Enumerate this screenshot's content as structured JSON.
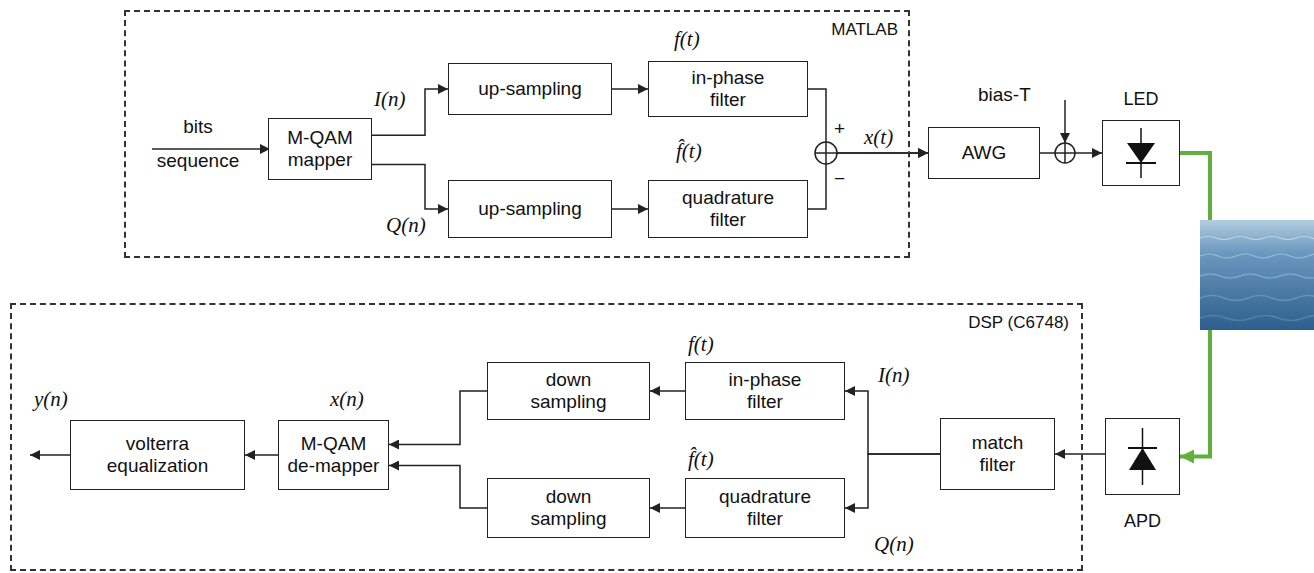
{
  "diagram": {
    "nodes": [
      {
        "text": [
          "MATLAB"
        ]
      },
      {
        "text": [
          "M-QAM mapper"
        ],
        "in": 0
      },
      {
        "text": [
          "up-sampling"
        ],
        "in": 0
      },
      {
        "text": [
          "in-phase filter"
        ],
        "in": 0
      },
      {
        "text": [
          "up-sampling"
        ],
        "in": 0
      },
      {
        "text": [
          "quadrature filter"
        ],
        "in": 0
      },
      {
        "text": [
          "AWG"
        ]
      },
      {
        "text": [
          "LED"
        ]
      },
      {
        "text": [
          "DSP (C6748)"
        ]
      },
      {
        "text": [
          "volterra equalization"
        ],
        "in": 8
      },
      {
        "text": [
          "M-QAM de-mapper"
        ],
        "in": 8
      },
      {
        "text": [
          "down sampling"
        ],
        "in": 8
      },
      {
        "text": [
          "down sampling"
        ],
        "in": 8
      },
      {
        "text": [
          "in-phase filter"
        ],
        "in": 8
      },
      {
        "text": [
          "quadrature filter"
        ],
        "in": 8
      },
      {
        "text": [
          "match filter"
        ],
        "in": 8
      },
      {
        "text": [
          "APD"
        ]
      }
    ],
    "edges": [
      {
        "from": 1,
        "to": 2,
        "arrow": "to"
      },
      {
        "from": 1,
        "to": 4,
        "arrow": "to"
      },
      {
        "from": 2,
        "to": 3,
        "arrow": "to"
      },
      {
        "from": 4,
        "to": 5,
        "arrow": "to"
      },
      {
        "from": 3,
        "to": 6,
        "arrow": "to"
      },
      {
        "from": 5,
        "to": 6,
        "arrow": "to"
      },
      {
        "from": 6,
        "to": 7,
        "arrow": "to"
      },
      {
        "from": 7,
        "to": 16,
        "arrow": "to"
      },
      {
        "from": 16,
        "to": 15,
        "arrow": "to"
      },
      {
        "from": 15,
        "to": 13,
        "arrow": "to"
      },
      {
        "from": 15,
        "to": 14,
        "arrow": "to"
      },
      {
        "from": 13,
        "to": 11,
        "arrow": "to"
      },
      {
        "from": 14,
        "to": 12,
        "arrow": "to"
      },
      {
        "from": 11,
        "to": 10,
        "arrow": "to"
      },
      {
        "from": 12,
        "to": 10,
        "arrow": "to"
      },
      {
        "from": 10,
        "to": 9,
        "arrow": "to"
      }
    ],
    "labels": [
      "bits sequence",
      "I(n)",
      "Q(n)",
      "f(t)",
      "f̂(t)",
      "+",
      "−",
      "x(t)",
      "bias-T",
      "y(n)",
      "x(n)",
      "f(t)",
      "f̂(t)",
      "I(n)",
      "Q(n)"
    ]
  }
}
